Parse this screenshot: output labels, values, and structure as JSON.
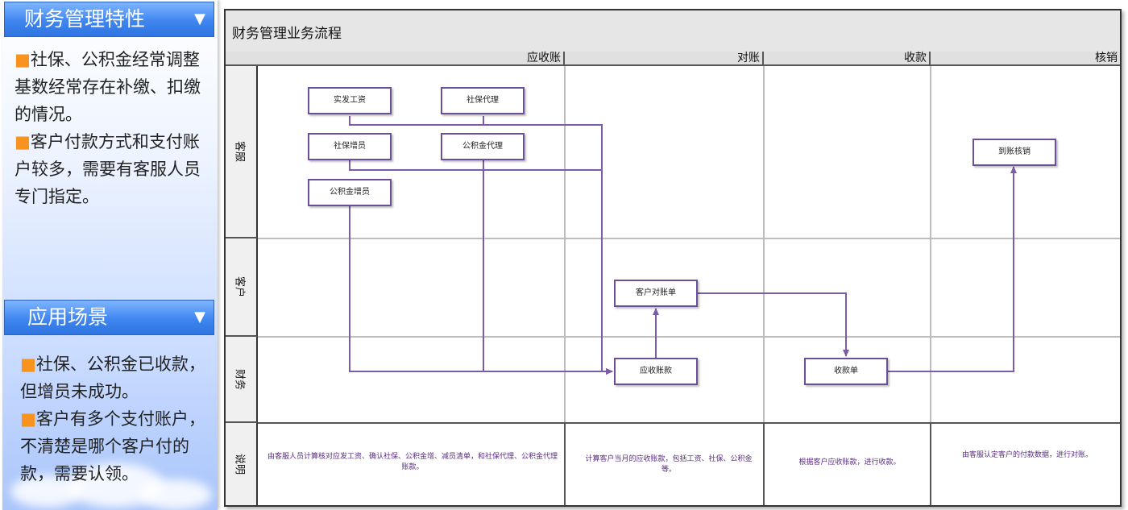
{
  "features": {
    "title": "财务管理特性",
    "bullets": [
      "社保、公积金经常调整基数经常存在补缴、扣缴的情况。",
      "客户付款方式和支付账户较多，需要有客服人员专门指定。"
    ]
  },
  "scenarios": {
    "title": "应用场景",
    "bullets": [
      "社保、公积金已收款，但增员未成功。",
      "客户有多个支付账户，不清楚是哪个客户付的款，需要认领。"
    ]
  },
  "diagram": {
    "title": "财务管理业务流程",
    "columns": [
      "应收账",
      "对账",
      "收款",
      "核销"
    ],
    "rows": [
      "客服",
      "客户",
      "财务",
      "说明"
    ],
    "nodes": {
      "shifa": "实发工资",
      "shebao_daili": "社保代理",
      "shebao_zengyuan": "社保增员",
      "gjj_daili": "公积金代理",
      "gjj_zengyuan": "公积金增员",
      "duizhangdan": "客户对账单",
      "yingshou": "应收账款",
      "shoukuan": "收款单",
      "daozhang": "到账核销"
    },
    "notes": [
      "由客服人员计算核对应发工资、确认社保、公积金增、减员清单，和社保代理、公积金代理账款。",
      "计算客户当月的应收账款，包括工资、社保、公积金等。",
      "根据客户应收账款，进行收款。",
      "由客服认定客户的付款数据，进行对账。"
    ]
  },
  "colors": {
    "flow_line": "#7b5ca8",
    "node_border": "#6c4f9b",
    "bullet_marker": "#f7931e",
    "header_blue": "#3f86f0"
  }
}
